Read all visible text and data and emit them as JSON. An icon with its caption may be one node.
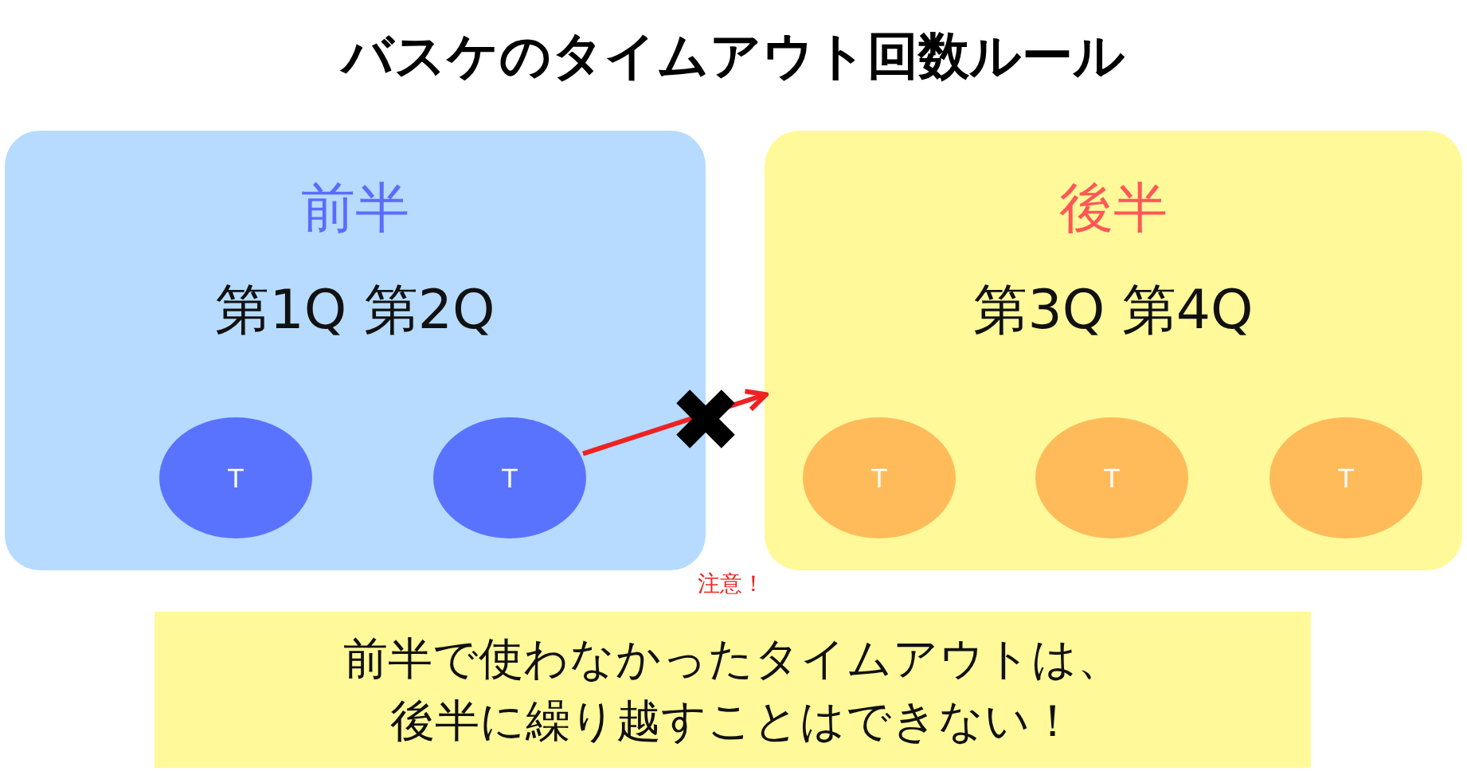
{
  "diagram": {
    "title": "バスケのタイムアウト回数ルール",
    "nodes": [
      {
        "text": [
          "前半",
          "第1Q 第2Q"
        ]
      },
      {
        "text": [
          "T"
        ],
        "in": 0
      },
      {
        "text": [
          "T"
        ],
        "in": 0
      },
      {
        "text": [
          "後半",
          "第3Q 第4Q"
        ]
      },
      {
        "text": [
          "T"
        ],
        "in": 3
      },
      {
        "text": [
          "T"
        ],
        "in": 3
      },
      {
        "text": [
          "T"
        ],
        "in": 3
      },
      {
        "text": [
          "前半で使わなかったタイムアウトは、後半に繰り越すことはできない！"
        ],
        "beside": [
          "注意！"
        ]
      }
    ],
    "edges": [
      {
        "from": 2,
        "to": 3,
        "arrow": "to"
      }
    ]
  }
}
